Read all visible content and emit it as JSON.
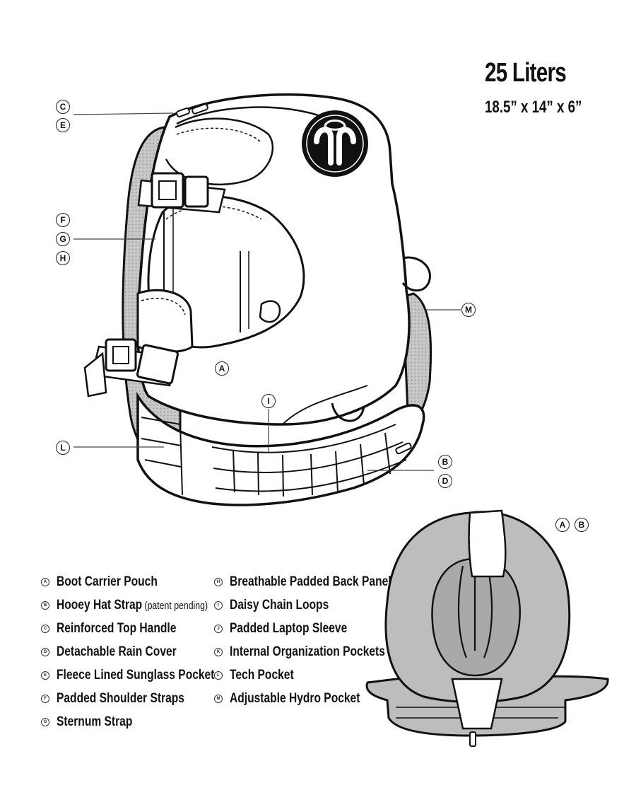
{
  "spec": {
    "capacity": "25 Liters",
    "dimensions": "18.5” x 14” x 6”"
  },
  "callouts": {
    "C": "C",
    "E": "E",
    "F": "F",
    "G": "G",
    "H": "H",
    "A": "A",
    "I": "I",
    "L": "L",
    "B": "B",
    "D": "D",
    "M": "M"
  },
  "back_view_callouts": [
    "A",
    "B"
  ],
  "legend": [
    {
      "key": "A",
      "label": "Boot Carrier Pouch",
      "note": ""
    },
    {
      "key": "B",
      "label": "Hooey Hat Strap",
      "note": "(patent pending)"
    },
    {
      "key": "C",
      "label": "Reinforced Top Handle",
      "note": ""
    },
    {
      "key": "D",
      "label": "Detachable Rain Cover",
      "note": ""
    },
    {
      "key": "E",
      "label": "Fleece Lined Sunglass Pocket",
      "note": ""
    },
    {
      "key": "F",
      "label": "Padded Shoulder Straps",
      "note": ""
    },
    {
      "key": "G",
      "label": "Sternum Strap",
      "note": ""
    },
    {
      "key": "H",
      "label": "Breathable Padded Back Panel",
      "note": ""
    },
    {
      "key": "I",
      "label": "Daisy Chain Loops",
      "note": ""
    },
    {
      "key": "J",
      "label": "Padded Laptop Sleeve",
      "note": ""
    },
    {
      "key": "K",
      "label": "Internal Organization Pockets",
      "note": ""
    },
    {
      "key": "L",
      "label": "Tech Pocket",
      "note": ""
    },
    {
      "key": "M",
      "label": "Adjustable Hydro Pocket",
      "note": ""
    }
  ],
  "colors": {
    "outline": "#111111",
    "mesh": "#b9b9b9",
    "fill": "#ffffff",
    "logo": "#111111"
  },
  "icons": {
    "logo": "hooey-logo-icon",
    "zipper": "zipper-pull-icon",
    "buckle": "side-release-buckle-icon"
  }
}
